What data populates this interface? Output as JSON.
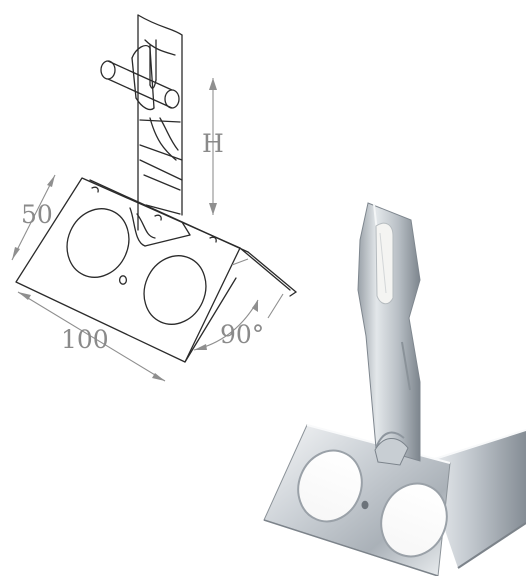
{
  "dimensions": {
    "width_label": "50",
    "length_label": "100",
    "height_label": "H",
    "angle_label": "90°"
  },
  "colors": {
    "line": "#2b2b2b",
    "dimension": "#8f8f8f",
    "metal_light": "#e9ecef",
    "metal_mid": "#b9c0c7",
    "metal_dark": "#7b838b"
  },
  "icons": {
    "technical_drawing": "bracket-line-drawing-icon",
    "product_photo": "galvanized-bracket-photo-icon"
  }
}
